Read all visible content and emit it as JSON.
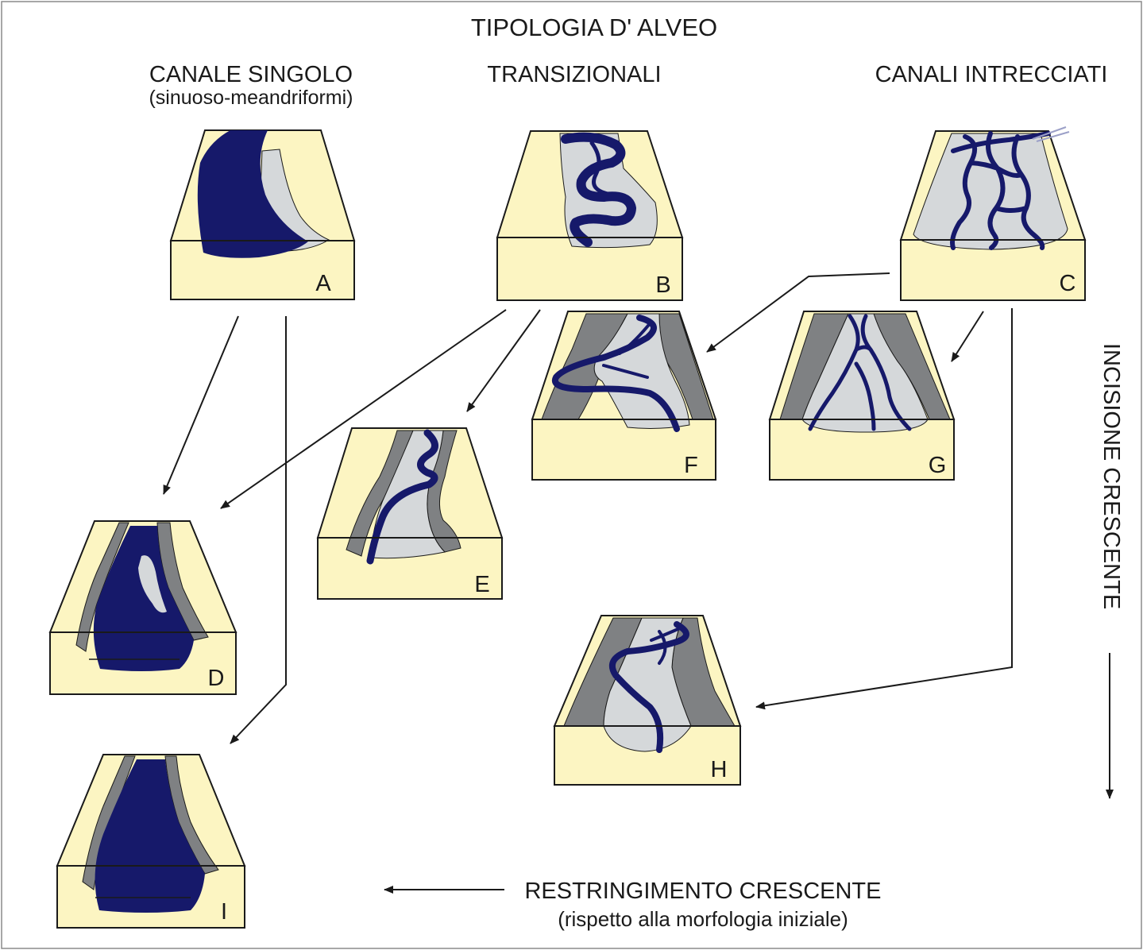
{
  "title": "TIPOLOGIA D' ALVEO",
  "columns": {
    "single": {
      "line1": "CANALE SINGOLO",
      "line2": "(sinuoso-meandriformi)"
    },
    "transitional": {
      "line1": "TRANSIZIONALI"
    },
    "braided": {
      "line1": "CANALI INTRECCIATI"
    }
  },
  "vertical_axis": "INCISIONE CRESCENTE",
  "horizontal_axis": {
    "line1": "RESTRINGIMENTO CRESCENTE",
    "line2": "(rispetto alla morfologia iniziale)"
  },
  "blocks": {
    "A": {
      "letter": "A"
    },
    "B": {
      "letter": "B"
    },
    "C": {
      "letter": "C"
    },
    "D": {
      "letter": "D"
    },
    "E": {
      "letter": "E"
    },
    "F": {
      "letter": "F"
    },
    "G": {
      "letter": "G"
    },
    "H": {
      "letter": "H"
    },
    "I": {
      "letter": "I"
    }
  },
  "colors": {
    "valley": "#fcf5c2",
    "channel": "#16196a",
    "bar": "#d5d8da",
    "terrace": "#7f8183",
    "outline": "#1a1a1a"
  }
}
